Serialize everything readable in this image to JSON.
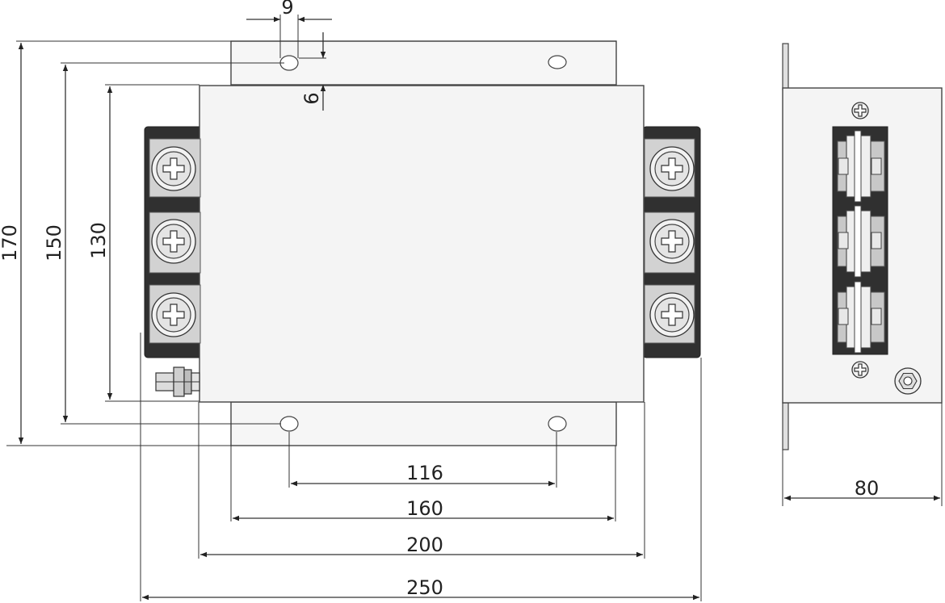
{
  "dimensions": {
    "d9": "9",
    "d6": "6",
    "d170": "170",
    "d150": "150",
    "d130": "130",
    "d116": "116",
    "d160": "160",
    "d200": "200",
    "d250": "250",
    "d80": "80"
  }
}
